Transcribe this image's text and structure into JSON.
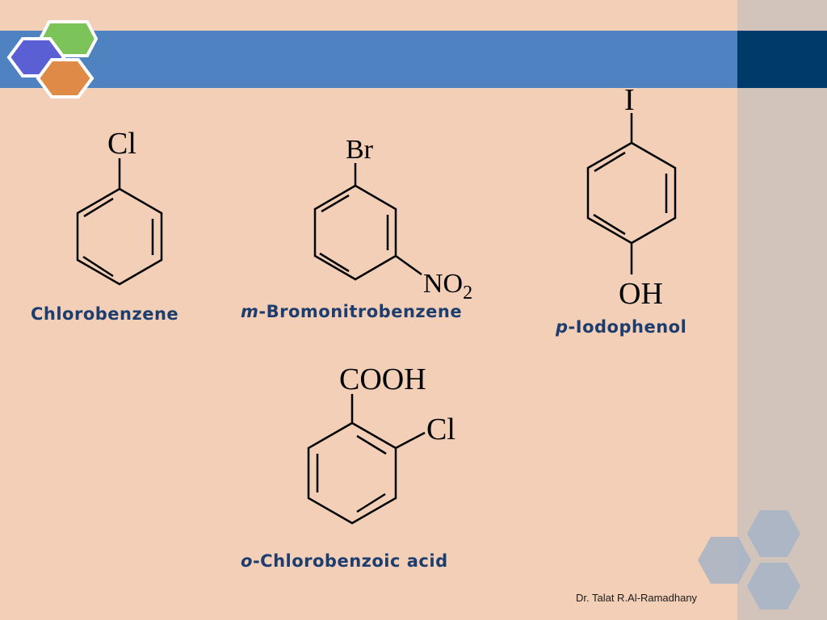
{
  "colors": {
    "background": "#f2cfb6",
    "band": "#4f82c0",
    "band_dark": "#003a6a",
    "side_panel": "#d3c4bb",
    "name_text": "#1c3d6e",
    "hex_blue": "#5a5fd4",
    "hex_green": "#7cc35a",
    "hex_orange": "#e08a48",
    "hex_gray": "#a6b4c7"
  },
  "compounds": [
    {
      "name": "Chlorobenzene",
      "substituents": [
        "Cl"
      ]
    },
    {
      "prefix": "m",
      "name": "-Bromonitrobenzene",
      "substituents": [
        "Br",
        "NO",
        "2"
      ]
    },
    {
      "prefix": "p",
      "name": "-Iodophenol",
      "substituents": [
        "I",
        "OH"
      ]
    },
    {
      "prefix": "o",
      "name": "-Chlorobenzoic acid",
      "substituents": [
        "COOH",
        "Cl"
      ]
    }
  ],
  "footer": {
    "author": "Dr. Talat R.Al-Ramadhany"
  }
}
